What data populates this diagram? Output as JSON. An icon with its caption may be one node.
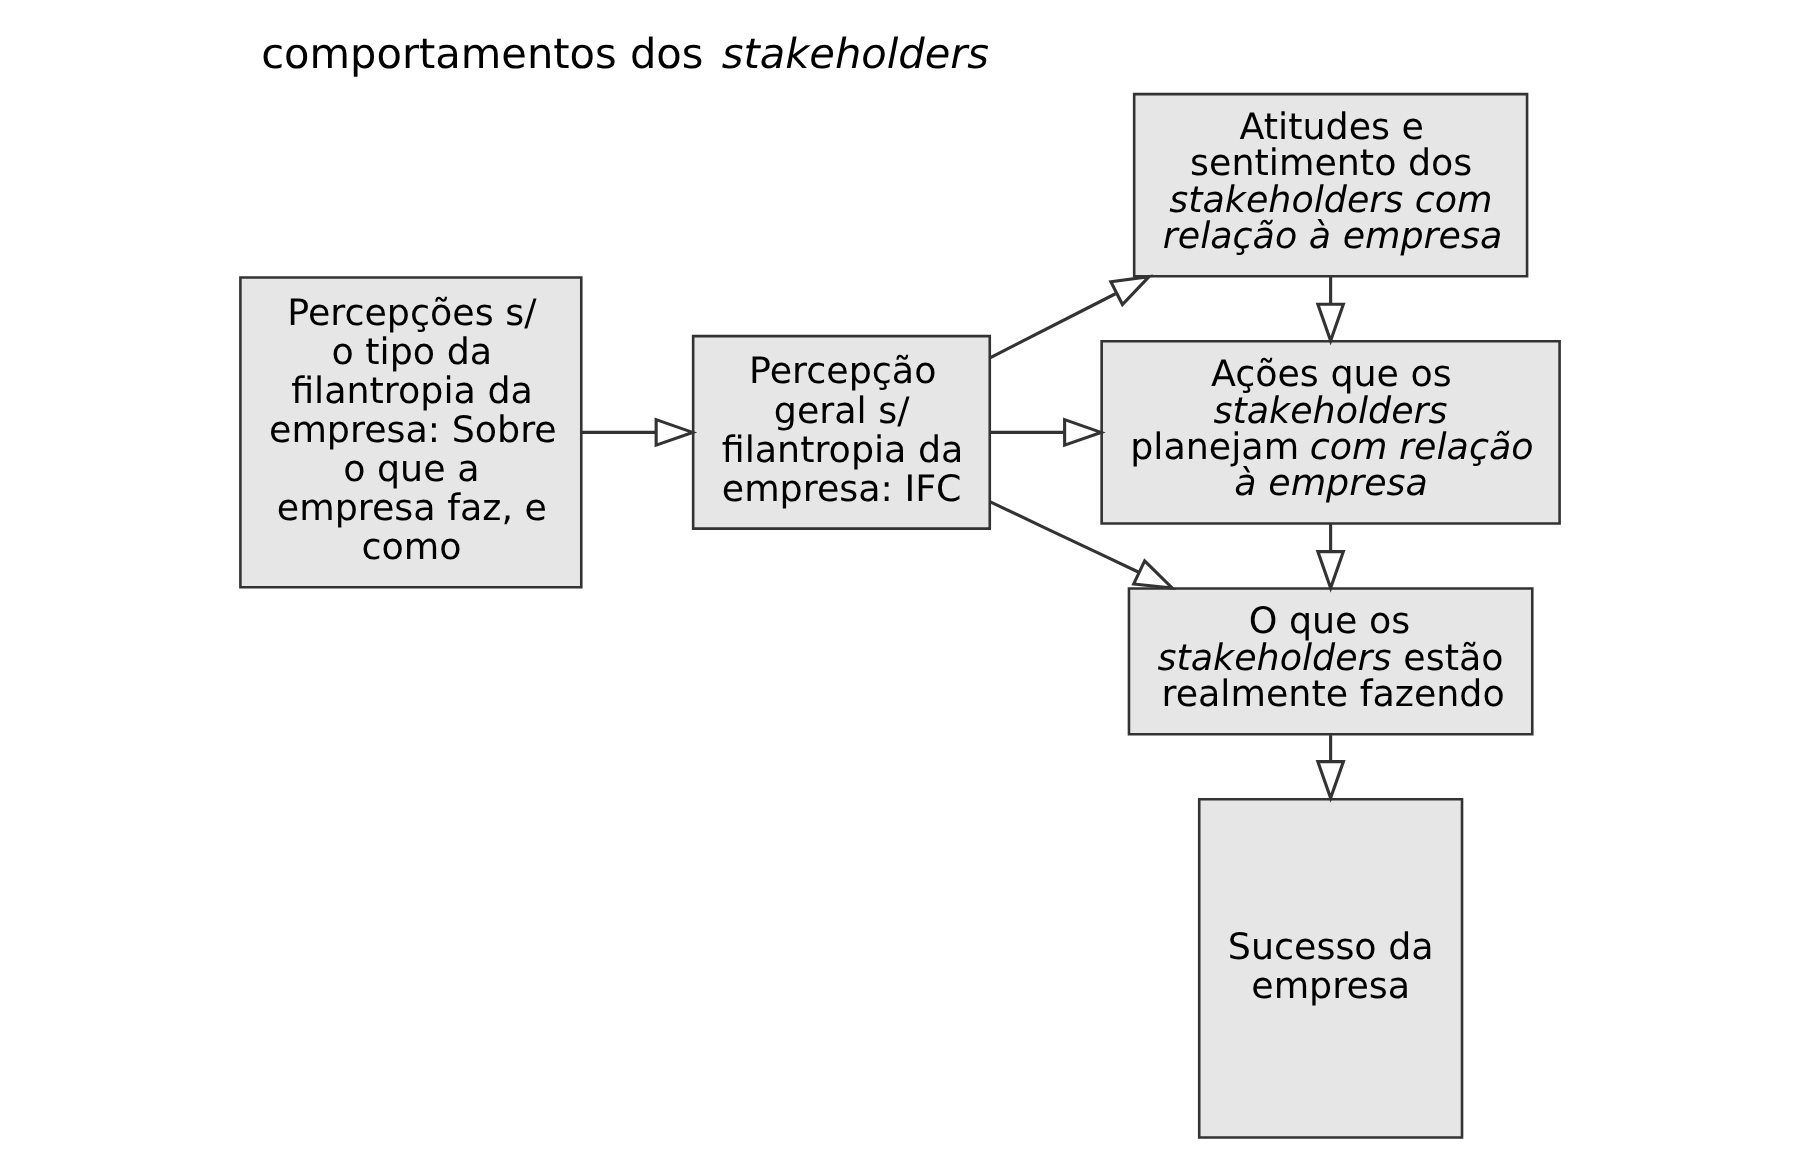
{
  "diagram": {
    "title": "comportamentos dos *stakeholders*",
    "nodes": [
      {
        "text": [
          "Percepções s/ o tipo da filantropia da empresa: Sobre o que a empresa faz, e como"
        ]
      },
      {
        "text": [
          "Percepção geral s/ filantropia da empresa: IFC"
        ]
      },
      {
        "text": [
          "Atitudes e sentimento dos *stakeholders com relação à empresa*"
        ]
      },
      {
        "text": [
          "Ações que os *stakeholders* planejam *com relação à empresa*"
        ]
      },
      {
        "text": [
          "O que os *stakeholders* estão realmente fazendo"
        ]
      },
      {
        "text": [
          "Sucesso da empresa"
        ]
      }
    ],
    "edges": [
      {
        "from": 0,
        "to": 1,
        "arrow": "to"
      },
      {
        "from": 1,
        "to": 2,
        "arrow": "to"
      },
      {
        "from": 1,
        "to": 3,
        "arrow": "to"
      },
      {
        "from": 1,
        "to": 4,
        "arrow": "to"
      },
      {
        "from": 2,
        "to": 3,
        "arrow": "to"
      },
      {
        "from": 3,
        "to": 4,
        "arrow": "to"
      },
      {
        "from": 4,
        "to": 5,
        "arrow": "to"
      }
    ]
  }
}
